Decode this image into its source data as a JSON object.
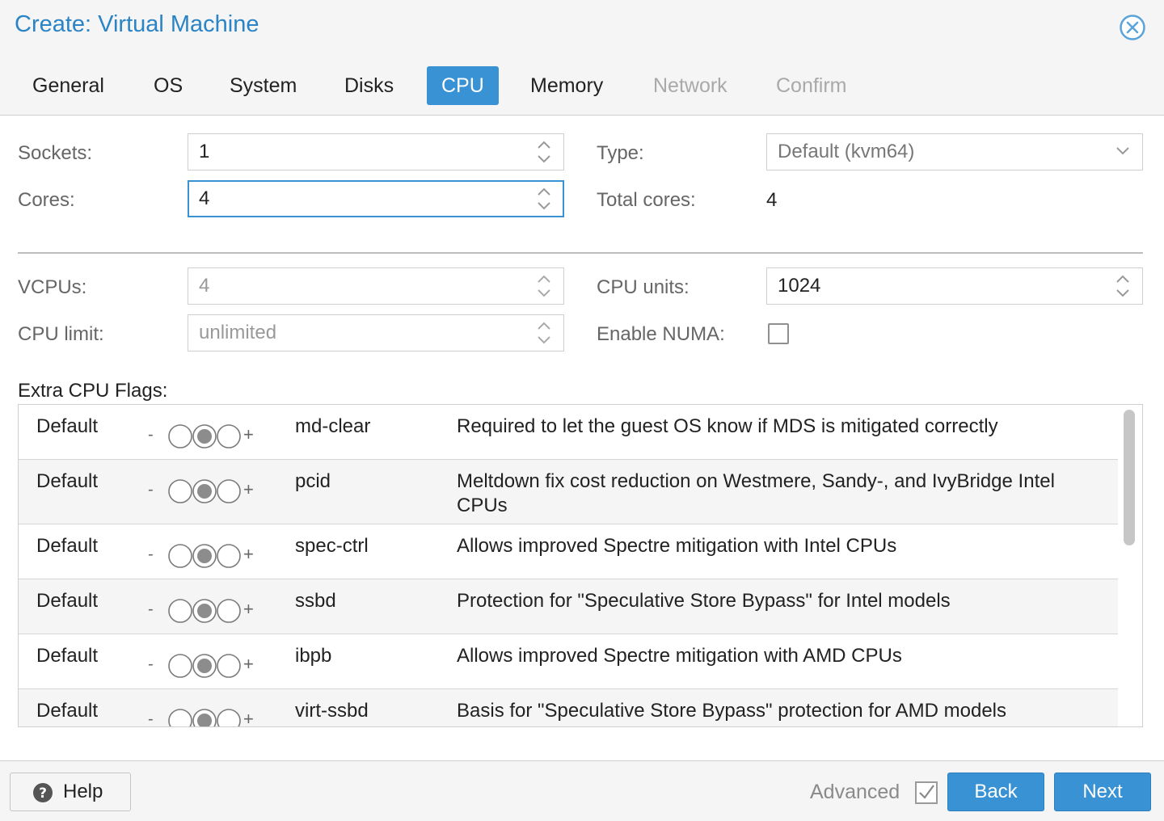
{
  "window": {
    "title": "Create: Virtual Machine",
    "close_icon": "close-circle-icon"
  },
  "tabs": [
    {
      "label": "General",
      "state": "normal"
    },
    {
      "label": "OS",
      "state": "normal"
    },
    {
      "label": "System",
      "state": "normal"
    },
    {
      "label": "Disks",
      "state": "normal"
    },
    {
      "label": "CPU",
      "state": "active"
    },
    {
      "label": "Memory",
      "state": "normal"
    },
    {
      "label": "Network",
      "state": "disabled"
    },
    {
      "label": "Confirm",
      "state": "disabled"
    }
  ],
  "form": {
    "sockets": {
      "label": "Sockets:",
      "value": "1"
    },
    "cores": {
      "label": "Cores:",
      "value": "4"
    },
    "type": {
      "label": "Type:",
      "value": "Default (kvm64)"
    },
    "total_cores": {
      "label": "Total cores:",
      "value": "4"
    },
    "vcpus": {
      "label": "VCPUs:",
      "value": "4"
    },
    "cpu_limit": {
      "label": "CPU limit:",
      "value": "unlimited"
    },
    "cpu_units": {
      "label": "CPU units:",
      "value": "1024"
    },
    "enable_numa": {
      "label": "Enable NUMA:",
      "checked": false
    }
  },
  "flags": {
    "label": "Extra CPU Flags:",
    "rows": [
      {
        "state": "Default",
        "minus": "-",
        "plus": "+",
        "name": "md-clear",
        "description": "Required to let the guest OS know if MDS is mitigated correctly"
      },
      {
        "state": "Default",
        "minus": "-",
        "plus": "+",
        "name": "pcid",
        "description": "Meltdown fix cost reduction on Westmere, Sandy-, and IvyBridge Intel CPUs"
      },
      {
        "state": "Default",
        "minus": "-",
        "plus": "+",
        "name": "spec-ctrl",
        "description": "Allows improved Spectre mitigation with Intel CPUs"
      },
      {
        "state": "Default",
        "minus": "-",
        "plus": "+",
        "name": "ssbd",
        "description": "Protection for \"Speculative Store Bypass\" for Intel models"
      },
      {
        "state": "Default",
        "minus": "-",
        "plus": "+",
        "name": "ibpb",
        "description": "Allows improved Spectre mitigation with AMD CPUs"
      },
      {
        "state": "Default",
        "minus": "-",
        "plus": "+",
        "name": "virt-ssbd",
        "description": "Basis for \"Speculative Store Bypass\" protection for AMD models"
      }
    ]
  },
  "footer": {
    "help_label": "Help",
    "help_icon": "question-circle-icon",
    "advanced_label": "Advanced",
    "advanced_checked": true,
    "back_label": "Back",
    "next_label": "Next"
  },
  "colors": {
    "accent": "#3892d3",
    "title": "#2a84c5"
  }
}
